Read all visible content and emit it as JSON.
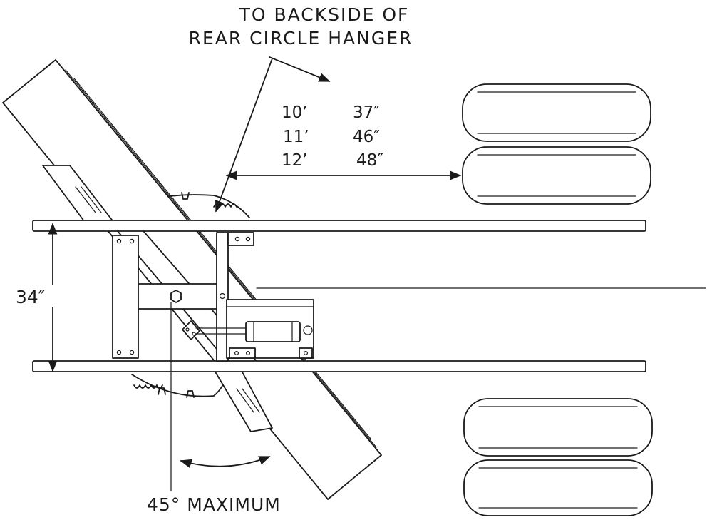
{
  "callout": {
    "line1": "TO BACKSIDE OF",
    "line2": "REAR CIRCLE HANGER"
  },
  "dimension_table": [
    {
      "blade": "10’",
      "distance": "37″"
    },
    {
      "blade": "11’",
      "distance": "46″"
    },
    {
      "blade": "12’",
      "distance": "48″"
    }
  ],
  "frame_width_label": "34″",
  "angle_label": "45° MAXIMUM",
  "colors": {
    "ink": "#1a1a1a",
    "paper": "#ffffff"
  }
}
